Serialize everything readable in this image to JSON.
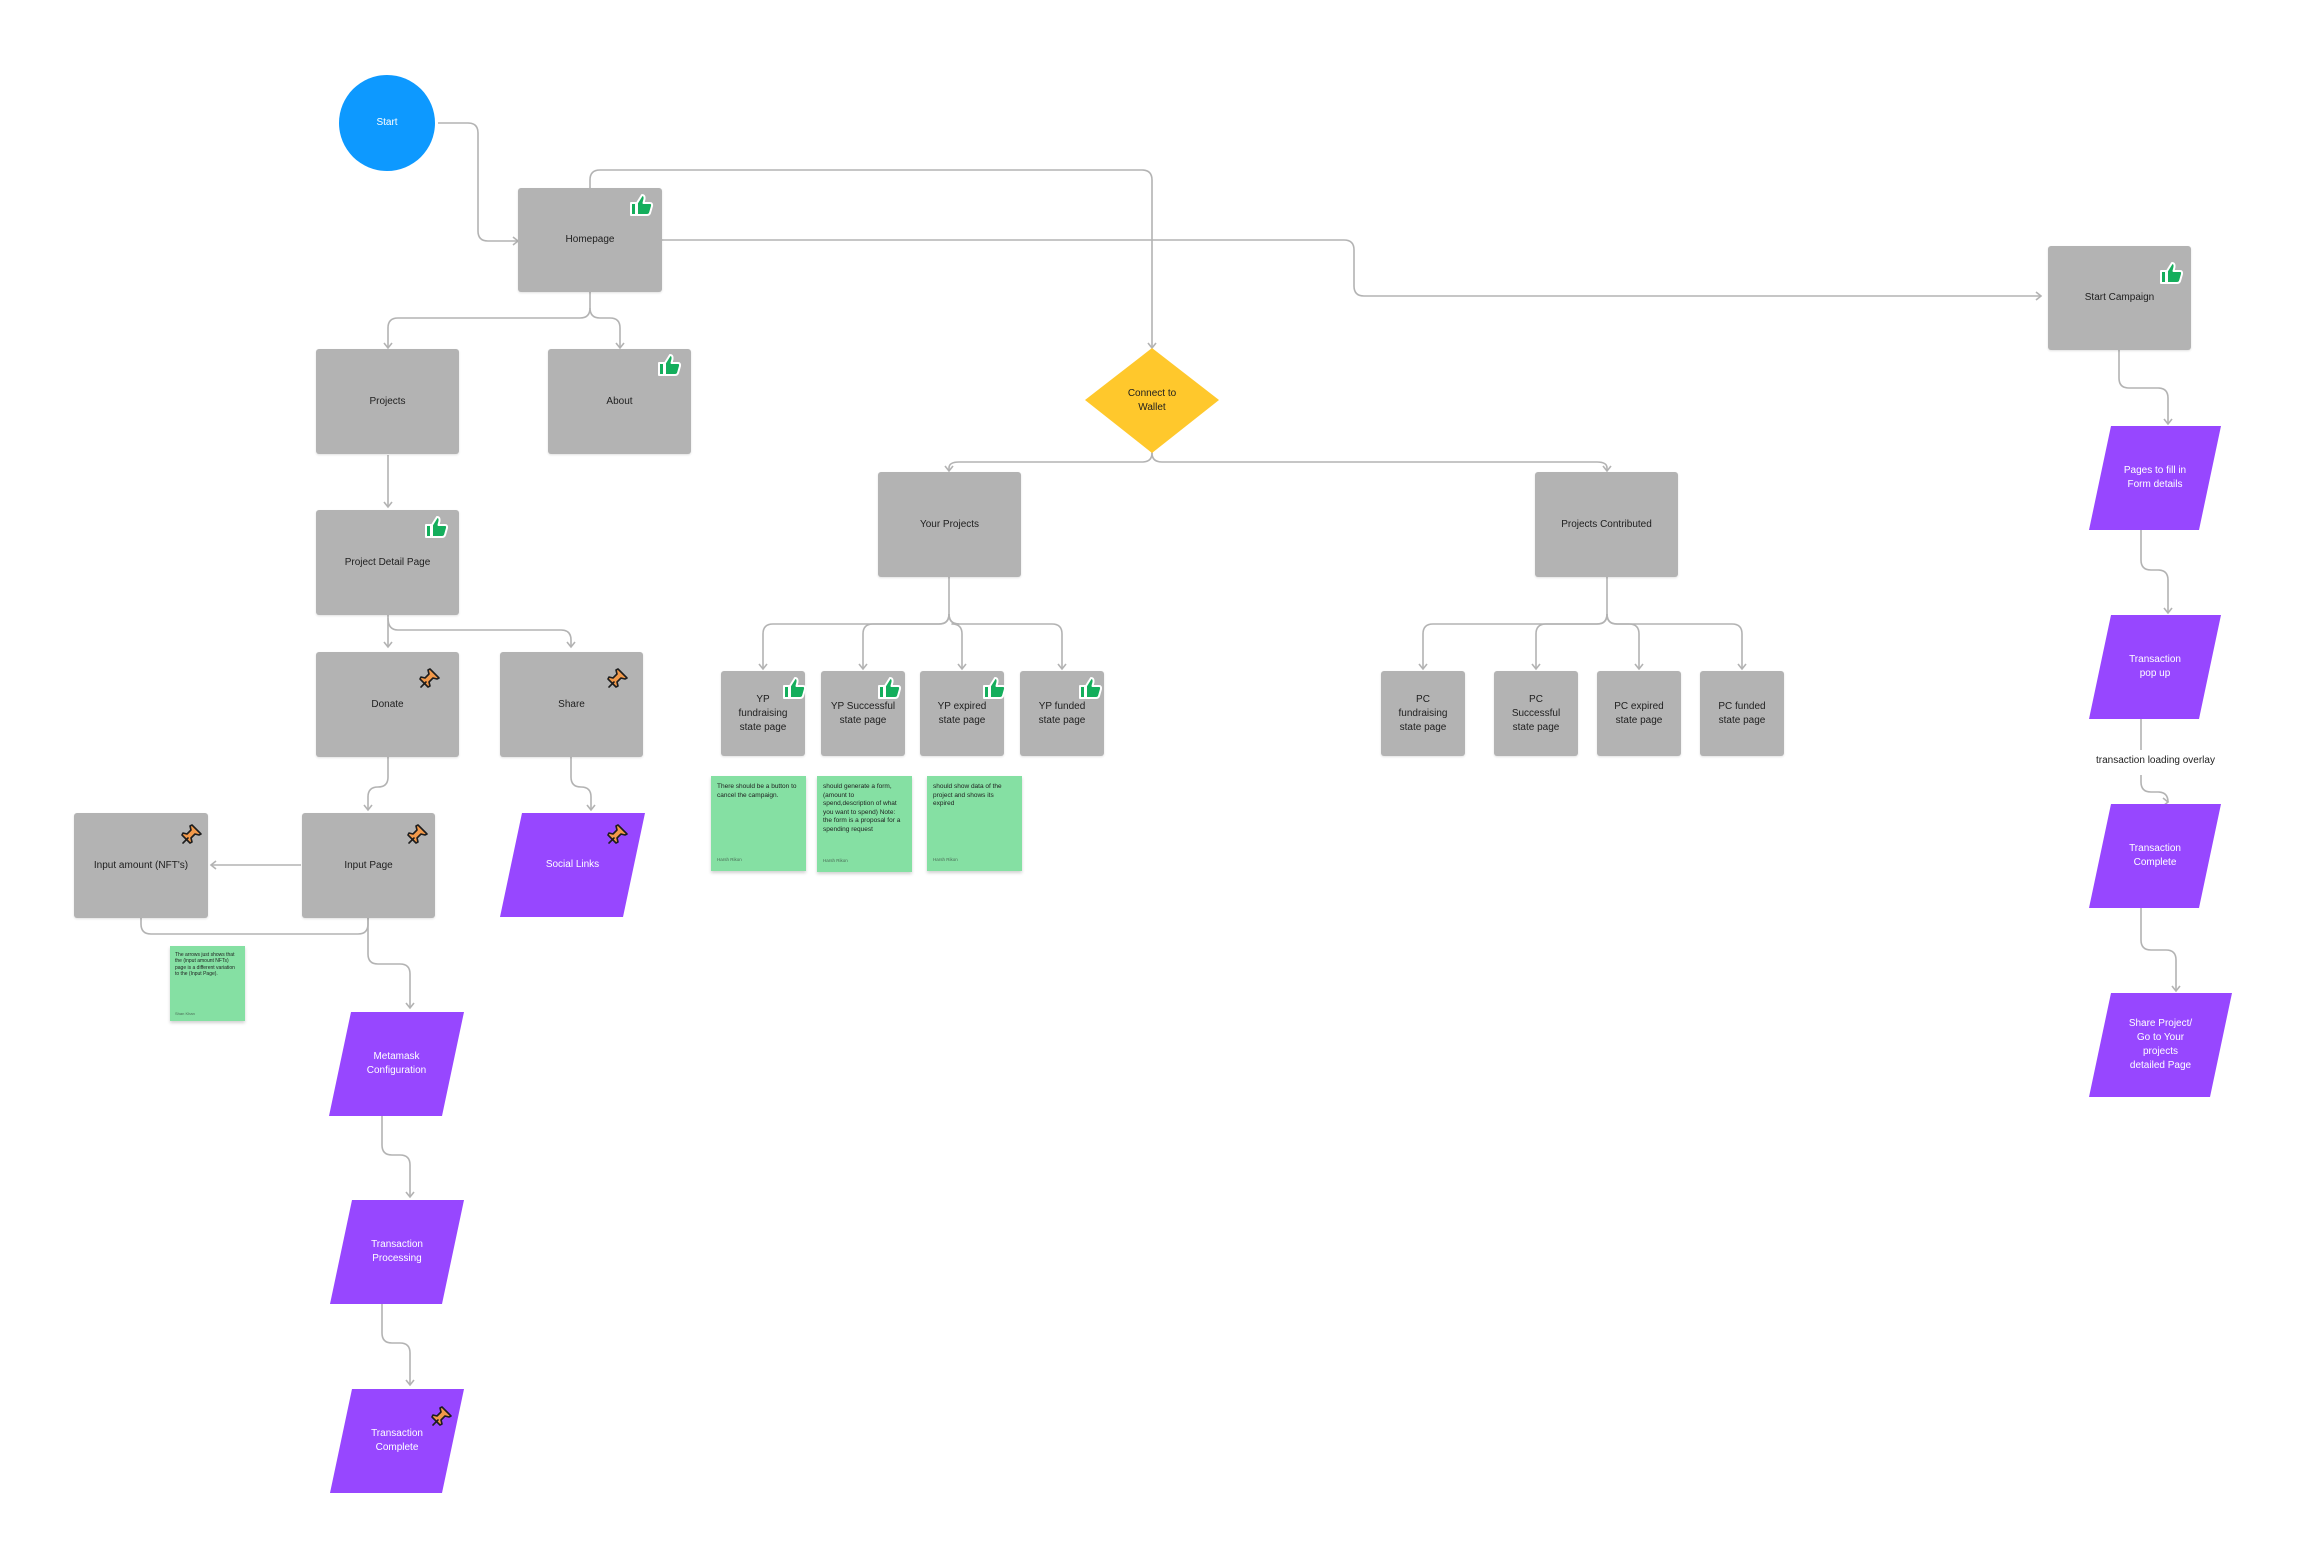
{
  "colors": {
    "rect": "#b3b3b3",
    "start": "#0d99ff",
    "decision": "#ffc82c",
    "io": "#9747ff",
    "sticky": "#85e0a3",
    "connector": "#b3b3b3",
    "thumbs_up": "#14ae5c",
    "pin": "#f2994a"
  },
  "nodes": {
    "start": "Start",
    "homepage": "Homepage",
    "projects": "Projects",
    "about": "About",
    "project_detail": "Project Detail Page",
    "donate": "Donate",
    "share": "Share",
    "input_page": "Input Page",
    "input_amount": "Input amount (NFT's)",
    "social_links": "Social Links",
    "metamask": "Metamask Configuration",
    "tx_processing": "Transaction Processing",
    "tx_complete_left": "Transaction Complete",
    "connect_wallet": "Connect to Wallet",
    "your_projects": "Your Projects",
    "projects_contributed": "Projects Contributed",
    "yp_fundraising": "YP fundraising state page",
    "yp_successful": "YP Successful state page",
    "yp_expired": "YP expired state page",
    "yp_funded": "YP funded state page",
    "pc_fundraising": "PC fundraising state page",
    "pc_successful": "PC Successful state page",
    "pc_expired": "PC expired state page",
    "pc_funded": "PC funded state page",
    "start_campaign": "Start Campaign",
    "pages_form": "Pages to fill in Form details",
    "tx_popup": "Transaction pop up",
    "tx_complete_right": "Transaction Complete",
    "share_project": "Share Project/ Go to  Your projects detailed Page"
  },
  "labels": {
    "loading_overlay": "transaction loading overlay"
  },
  "stickies": {
    "s1": {
      "text": "There should be a button to cancel the campaign.",
      "sig": "Harsh Rikon"
    },
    "s2": {
      "text": "should generate a form, (amount to spend,description of what you want to spend) Note: the form is a proposal for a spending request",
      "sig": "Harsh Rikon"
    },
    "s3": {
      "text": "should show data of the project and shows its expired",
      "sig": "Harsh Rikon"
    },
    "s4": {
      "text": "The arrows just shows that the (input amount NFTs) page is a different variation to the (Input Page).",
      "sig": "Shan Khan"
    }
  },
  "badges": {
    "homepage": "thumbs-up",
    "about": "thumbs-up",
    "project_detail": "thumbs-up",
    "donate": "pin",
    "share": "pin",
    "input_page": "pin",
    "input_amount": "pin",
    "social_links": "pin",
    "tx_complete_left": "pin",
    "yp_fundraising": "thumbs-up",
    "yp_successful": "thumbs-up",
    "yp_expired": "thumbs-up",
    "yp_funded": "thumbs-up",
    "start_campaign": "thumbs-up"
  }
}
